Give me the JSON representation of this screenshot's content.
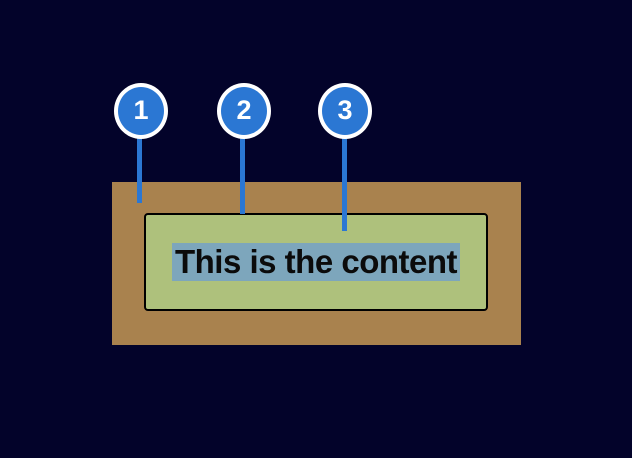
{
  "figure": {
    "content_text": "This is the content",
    "callouts": [
      {
        "number": "1"
      },
      {
        "number": "2"
      },
      {
        "number": "3"
      }
    ],
    "colors": {
      "background": "#03032a",
      "margin_area": "#a9824e",
      "padding_area": "#aec17c",
      "content_highlight": "#7da6bc",
      "callout_fill": "#2b77d3",
      "callout_ring": "#ffffff",
      "box_border": "#000000",
      "content_text_color": "#0b0b0b"
    }
  }
}
